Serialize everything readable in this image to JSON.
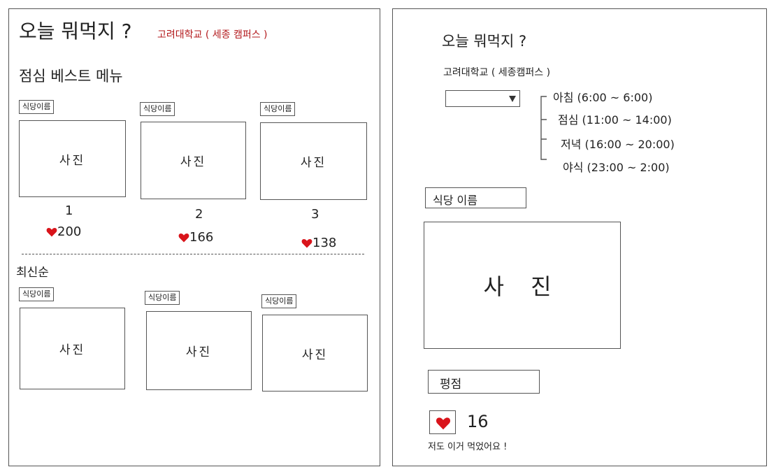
{
  "colors": {
    "heart": "#d9141b",
    "campus_accent": "#b3191c",
    "line": "#555555"
  },
  "left": {
    "title": "오늘 뭐먹지 ?",
    "campus": "고려대학교 ( 세종 캠퍼스 )",
    "best_heading": "점심 베스트 메뉴",
    "best_items": [
      {
        "label": "식당이름",
        "photo": "사진",
        "rank": "1",
        "likes": "200"
      },
      {
        "label": "식당이름",
        "photo": "사진",
        "rank": "2",
        "likes": "166"
      },
      {
        "label": "식당이름",
        "photo": "사진",
        "rank": "3",
        "likes": "138"
      }
    ],
    "recent_heading": "최신순",
    "recent_items": [
      {
        "label": "식당이름",
        "photo": "사진"
      },
      {
        "label": "식당이름",
        "photo": "사진"
      },
      {
        "label": "식당이름",
        "photo": "사진"
      }
    ]
  },
  "right": {
    "title": "오늘 뭐먹지 ?",
    "campus": "고려대학교 ( 세종캠퍼스 )",
    "dropdown_icon": "caret-down-icon",
    "meal_times": [
      {
        "name": "아침",
        "time": "(6:00 ~ 6:00)"
      },
      {
        "name": "점심",
        "time": "(11:00 ~ 14:00)"
      },
      {
        "name": "저녁",
        "time": "(16:00 ~ 20:00)"
      },
      {
        "name": "야식",
        "time": "(23:00 ~ 2:00)"
      }
    ],
    "restaurant_label": "식당 이름",
    "photo": "사 진",
    "rating_label": "평점",
    "likes": "16",
    "comment": "저도 이거 먹었어요 !"
  }
}
